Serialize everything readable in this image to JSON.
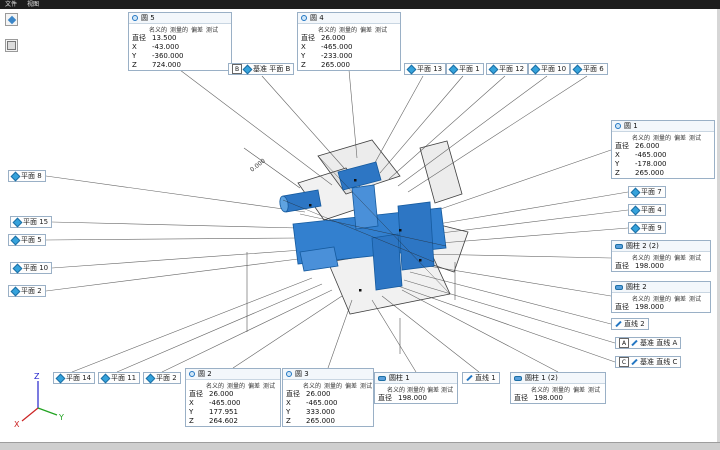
{
  "menu": {
    "items": [
      "文件",
      "视图"
    ]
  },
  "shared": {
    "headers": [
      "名义的",
      "测量的",
      "偏差",
      "测试"
    ]
  },
  "axes": {
    "x": "X",
    "y": "Y",
    "z": "Z"
  },
  "annotation": {
    "dim_text": "0.000"
  },
  "boxes": {
    "c5": {
      "title": "圆 5",
      "rows": [
        [
          "直径",
          "13.500"
        ],
        [
          "X",
          "-43.000"
        ],
        [
          "Y",
          "-360.000"
        ],
        [
          "Z",
          "724.000"
        ]
      ]
    },
    "c4": {
      "title": "圆 4",
      "rows": [
        [
          "直径",
          "26.000"
        ],
        [
          "X",
          "-465.000"
        ],
        [
          "Y",
          "-233.000"
        ],
        [
          "Z",
          "265.000"
        ]
      ]
    },
    "c1": {
      "title": "圆 1",
      "rows": [
        [
          "直径",
          "26.000"
        ],
        [
          "X",
          "-465.000"
        ],
        [
          "Y",
          "-178.000"
        ],
        [
          "Z",
          "265.000"
        ]
      ]
    },
    "c2": {
      "title": "圆 2",
      "rows": [
        [
          "直径",
          "26.000"
        ],
        [
          "X",
          "-465.000"
        ],
        [
          "Y",
          "177.951"
        ],
        [
          "Z",
          "264.602"
        ]
      ]
    },
    "c3": {
      "title": "圆 3",
      "rows": [
        [
          "直径",
          "26.000"
        ],
        [
          "X",
          "-465.000"
        ],
        [
          "Y",
          "333.000"
        ],
        [
          "Z",
          "265.000"
        ]
      ]
    },
    "cyl2b": {
      "title": "圆柱 2 (2)",
      "rows": [
        [
          "直径",
          "198.000"
        ]
      ]
    },
    "cyl2": {
      "title": "圆柱 2",
      "rows": [
        [
          "直径",
          "198.000"
        ]
      ]
    },
    "cyl1": {
      "title": "圆柱 1",
      "rows": [
        [
          "直径",
          "198.000"
        ]
      ]
    },
    "cyl1b": {
      "title": "圆柱 1 (2)",
      "rows": [
        [
          "直径",
          "198.000"
        ]
      ]
    }
  },
  "planes": {
    "top": [
      "平面 13",
      "平面 1",
      "平面 12",
      "平面 10",
      "平面 6"
    ],
    "left": [
      "平面 8",
      "平面 15",
      "平面 5",
      "平面 10",
      "平面 2"
    ],
    "right": [
      "平面 7",
      "平面 4",
      "平面 9"
    ],
    "bottom": [
      "平面 14",
      "平面 11",
      "平面 2"
    ]
  },
  "datums": {
    "b": {
      "letter": "B",
      "label": "基准 平面 B"
    },
    "a": {
      "letter": "A",
      "label": "基准 直线 A"
    },
    "c": {
      "letter": "C",
      "label": "基准 直线 C"
    }
  },
  "lines": {
    "l1": "直线 1",
    "l2": "直线 2"
  }
}
